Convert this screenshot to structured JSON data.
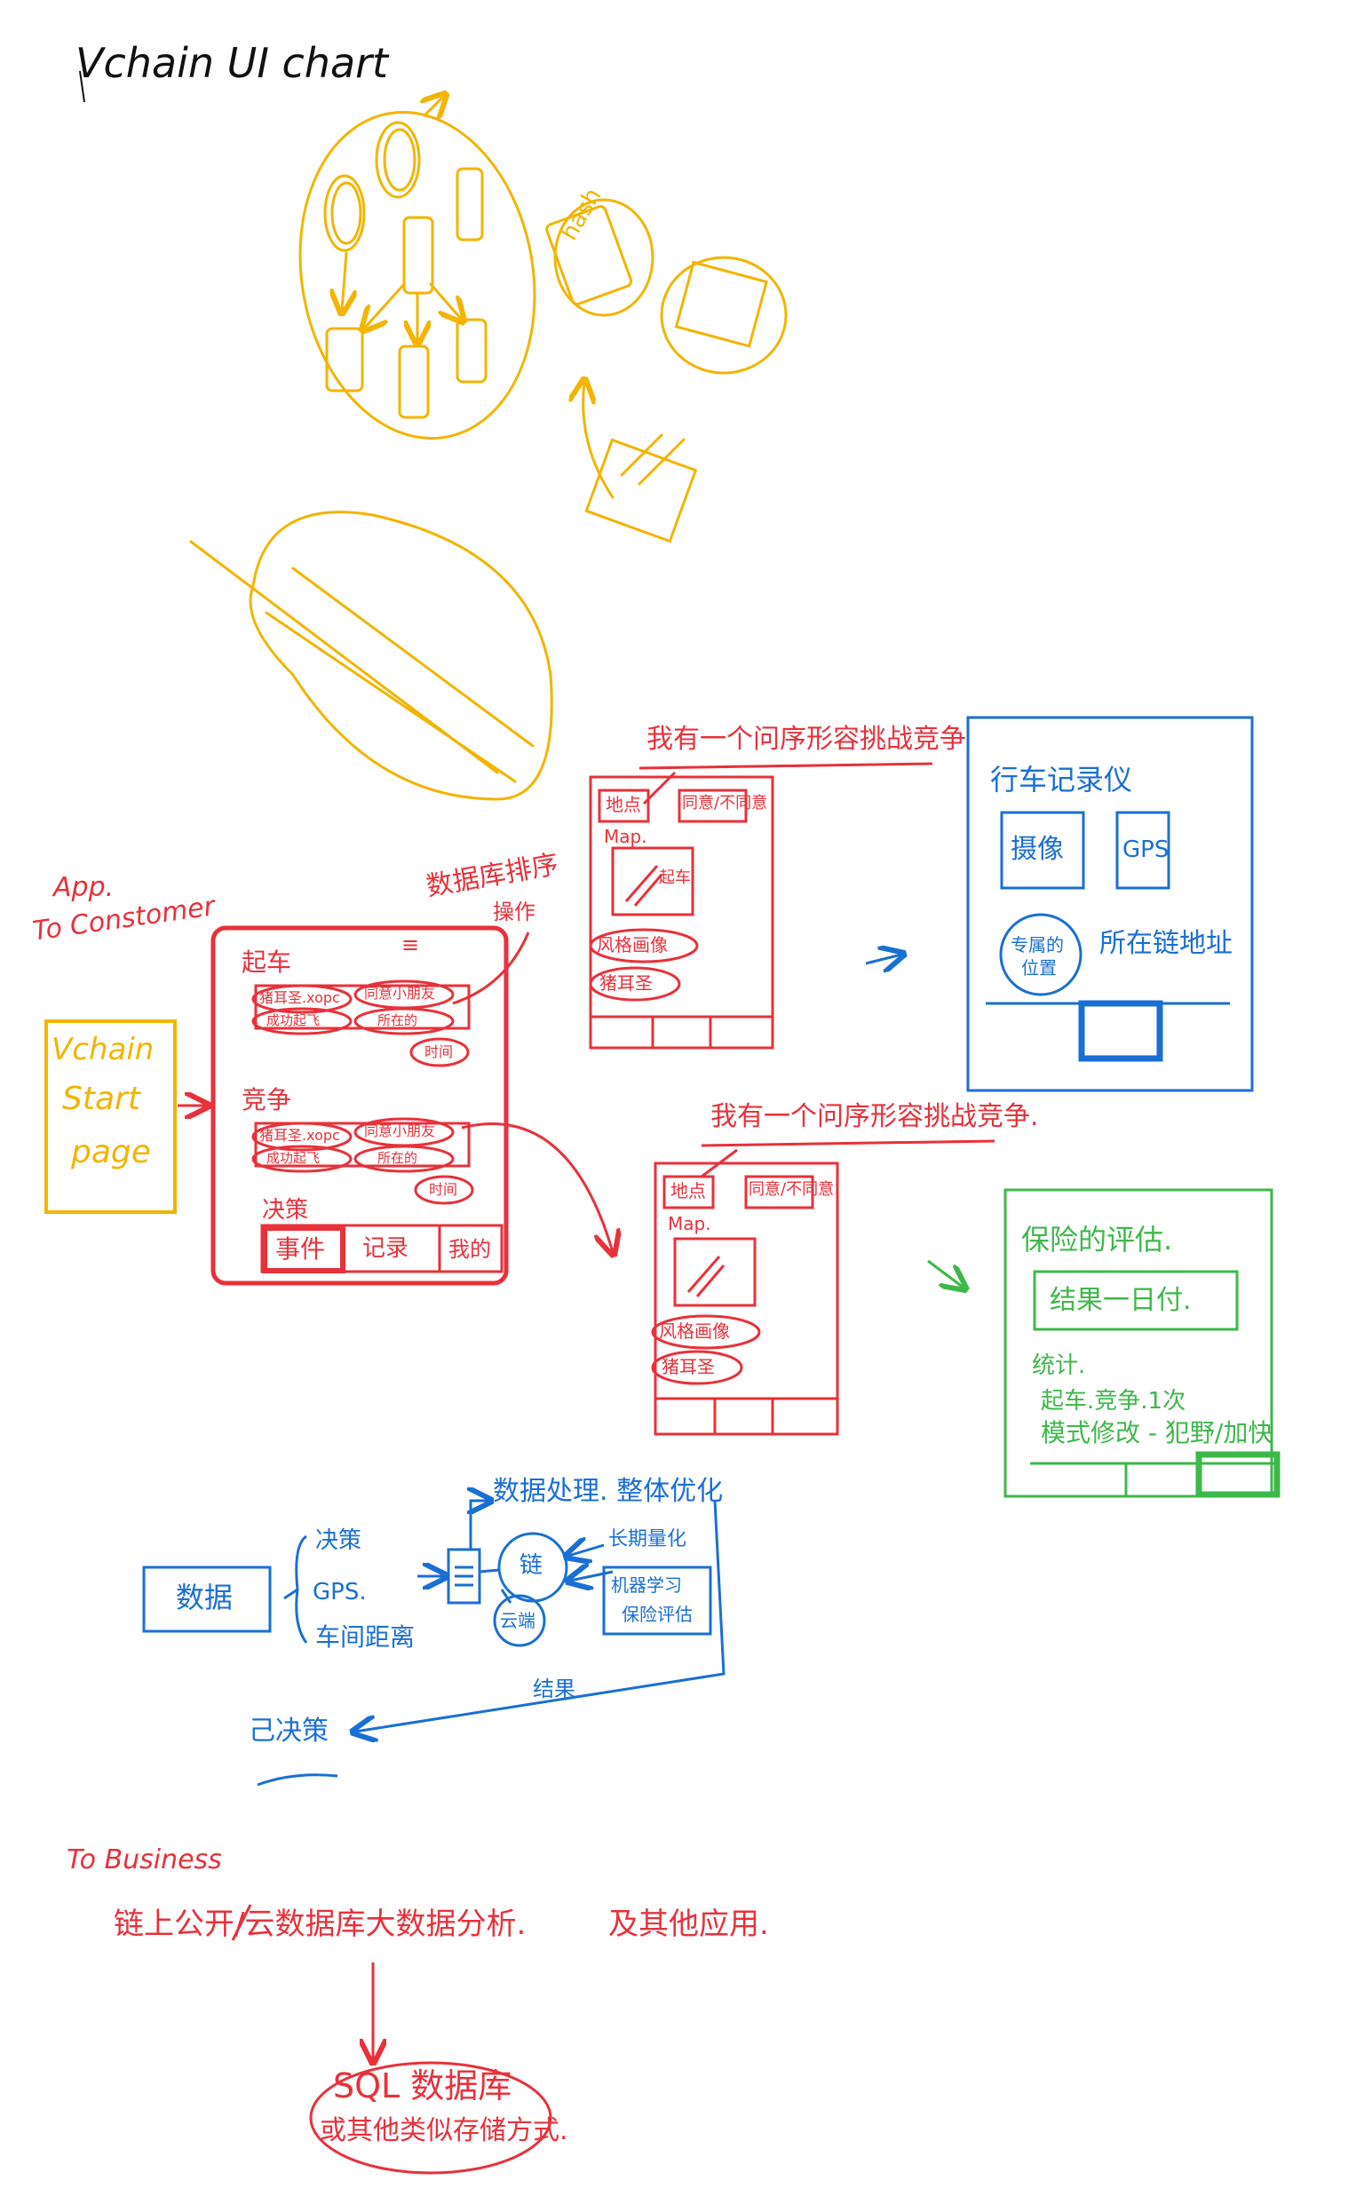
{
  "title": "Vchain UI chart",
  "colors": {
    "ink": "#111111",
    "yellow": "#f4b400",
    "red": "#e8313a",
    "blue": "#1a6fd4",
    "green": "#3db84a"
  },
  "yellow_sketch": {
    "hash_label": "hash"
  },
  "app": {
    "heading_line1": "App.",
    "heading_line2": "To Constomer",
    "start_page": [
      "Vchain",
      "Start",
      "page"
    ]
  },
  "main_screen": {
    "data_sorting_note": "数据库排序",
    "switch_note": "操作",
    "menu_icon": "≡",
    "sections": [
      {
        "label": "起车",
        "pill_a": "猪耳圣.xopc",
        "pill_b": "同意小朋友",
        "pill_c": "成功起飞",
        "pill_d": "所在的",
        "pill_e": "时间"
      },
      {
        "label": "竞争",
        "pill_a": "猪耳圣.xopc",
        "pill_b": "同意小朋友",
        "pill_c": "成功起飞",
        "pill_d": "所在的",
        "pill_e": "时间"
      }
    ],
    "decision_label": "决策",
    "tabs": [
      "事件",
      "记录",
      "我的"
    ]
  },
  "detail_screens": [
    {
      "note": "我有一个问序形容挑战竞争",
      "field_a": "地点",
      "field_b": "同意/不同意",
      "map_label": "Map.",
      "map_note": "起车",
      "pill_a": "风格画像",
      "pill_b": "猪耳圣"
    },
    {
      "note": "我有一个问序形容挑战竞争.",
      "field_a": "地点",
      "field_b": "同意/不同意",
      "map_label": "Map.",
      "map_note": "",
      "pill_a": "风格画像",
      "pill_b": "猪耳圣"
    }
  ],
  "recorder_screen": {
    "title": "行车记录仪",
    "btn_a": "摄像",
    "btn_b": "GPS",
    "circle": [
      "专属的",
      "位置"
    ],
    "chain_addr": "所在链地址"
  },
  "insurance_screen": {
    "title": "保险的评估.",
    "result": "结果一日付.",
    "stats_label": "统计.",
    "stats_line": "起车.竞争.1次",
    "mode_line": "模式修改 - 犯野/加快"
  },
  "data_flow": {
    "data_box": "数据",
    "inputs": [
      "决策",
      "GPS.",
      "车间距离"
    ],
    "top_note": "数据处理. 整体优化",
    "chain": "链",
    "cloud": "云端",
    "period": "长期量化",
    "ml": [
      "机器学习",
      "保险评估"
    ],
    "feedback": "结果",
    "decision_out": "己决策"
  },
  "business": {
    "heading": "To Business",
    "line": "链上公开/云数据库大数据分析.",
    "other": "及其他应用.",
    "sql_line1": "SQL 数据库",
    "sql_line2": "或其他类似存储方式."
  }
}
